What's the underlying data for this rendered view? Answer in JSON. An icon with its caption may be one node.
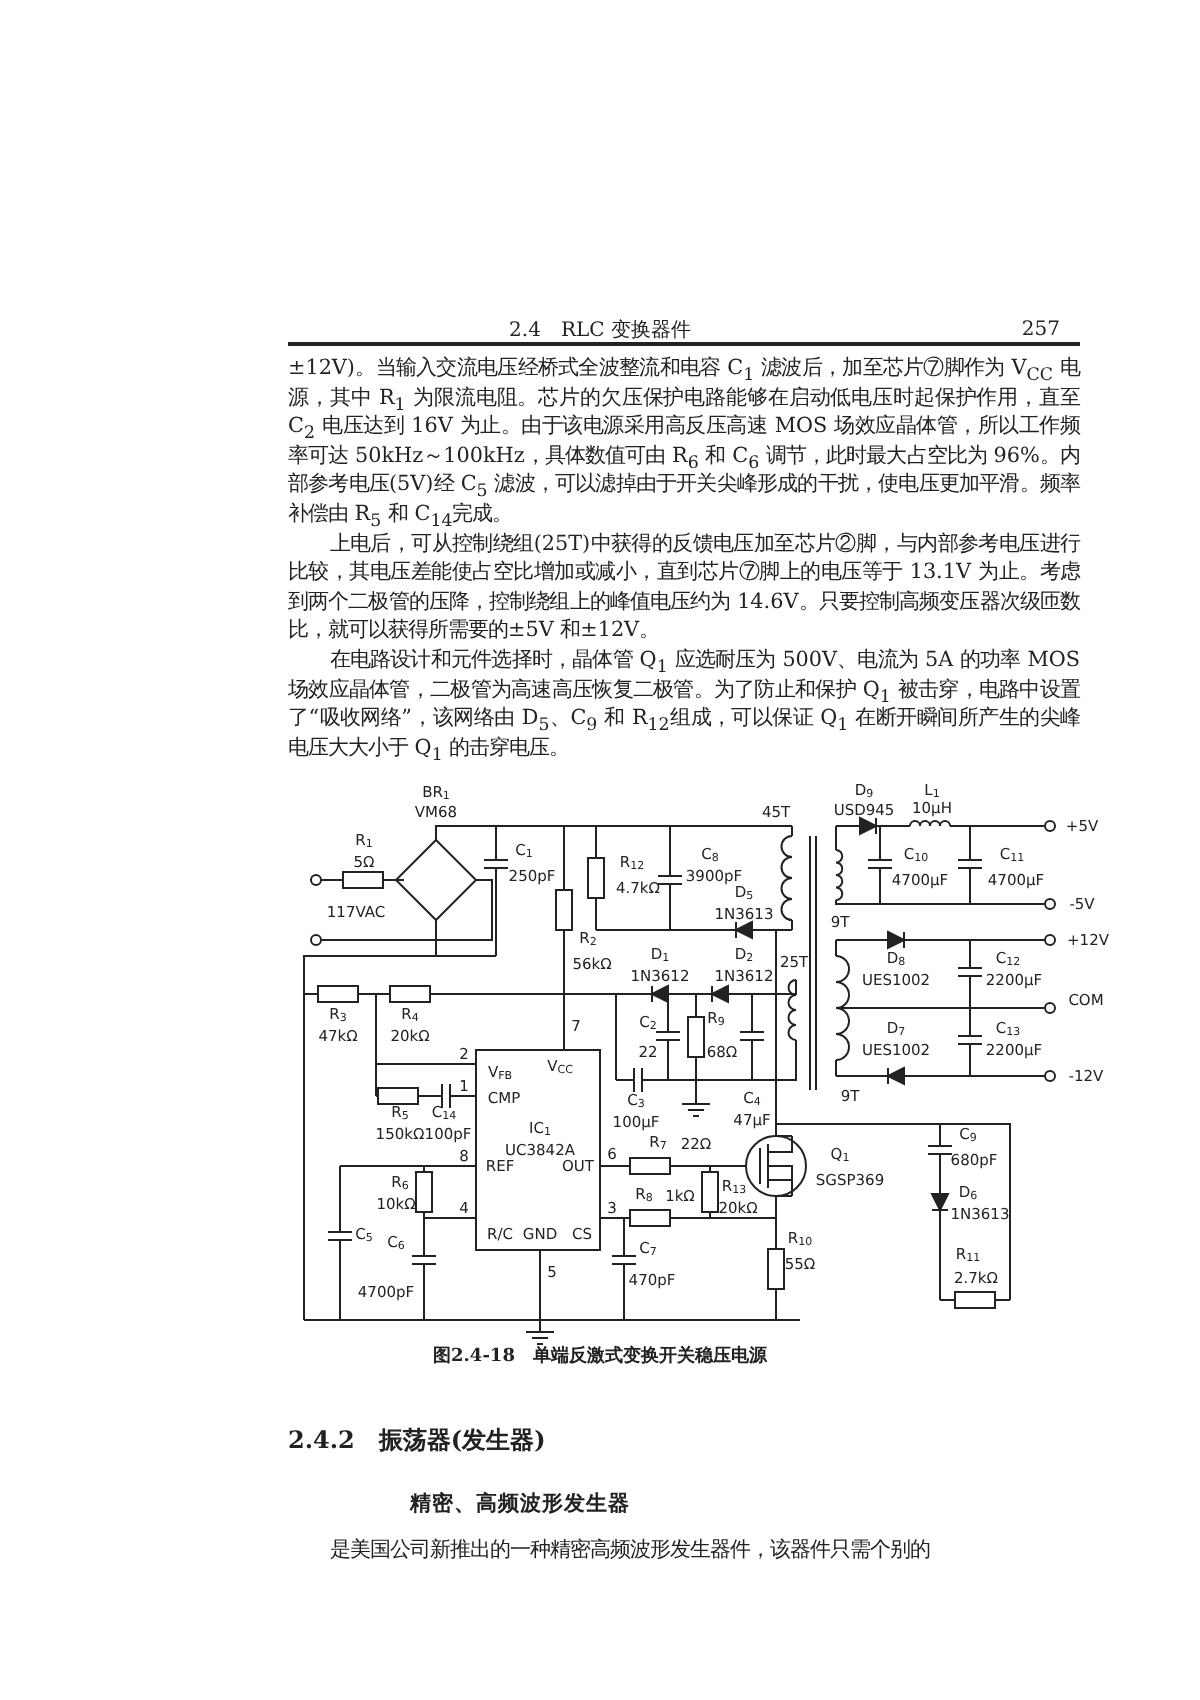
{
  "diagram": {
    "caption": "图2.4-18　单端反激式变换开关稳压电源",
    "labels": [
      "2.4　RLC 变换器件",
      "257",
      "±12V)。当输入交流电压经桥式全波整流和电容 C$_{1}$ 滤波后，加至芯片⑦脚作为 V$_{CC}$ 电源，其中 R$_{1}$ 为限流电阻。芯片的欠压保护电路能够在启动低电压时起保护作用，直至 C$_{2}$ 电压达到 16V 为止。由于该电源采用高反压高速 MOS 场效应晶体管，所以工作频率可达 50kHz～100kHz，具体数值可由 R$_{6}$ 和 C$_{6}$ 调节，此时最大占空比为 96%。内部参考电压(5V)经 C$_{5}$ 滤波，可以滤掉由于开关尖峰形成的干扰，使电压更加平滑。频率补偿由 R$_{5}$ 和 C$_{14}$完成。",
      "上电后，可从控制绕组(25T)中获得的反馈电压加至芯片②脚，与内部参考电压进行比较，其电压差能使占空比增加或减小，直到芯片⑦脚上的电压等于 13.1V 为止。考虑到两个二极管的压降，控制绕组上的峰值电压约为 14.6V。只要控制高频变压器次级匝数比，就可以获得所需要的±5V 和±12V。",
      "在电路设计和元件选择时，晶体管 Q$_{1}$ 应选耐压为 500V、电流为 5A 的功率 MOS 场效应晶体管，二极管为高速高压恢复二极管。为了防止和保护 Q$_{1}$ 被击穿，电路中设置了“吸收网络”，该网络由 D$_{5}$、C$_{9}$ 和 R$_{12}$组成，可以保证 Q$_{1}$ 在断开瞬间所产生的尖峰电压大大小于 Q$_{1}$ 的击穿电压。",
      "BR$_{1}$",
      "VM68",
      "R$_{1}$",
      "5Ω",
      "117VAC",
      "C$_{1}$",
      "250pF",
      "R$_{12}$",
      "4.7kΩ",
      "C$_{8}$",
      "3900pF",
      "D$_{5}$",
      "1N3613",
      "45T",
      "D$_{9}$",
      "USD945",
      "L$_{1}$",
      "10μH",
      "C$_{10}$",
      "4700μF",
      "C$_{11}$",
      "4700μF",
      "+5V",
      "9T",
      "-5V",
      "D$_{8}$",
      "UES1002",
      "C$_{12}$",
      "2200μF",
      "+12V",
      "R$_{2}$",
      "56kΩ",
      "D$_{1}$",
      "1N3612",
      "D$_{2}$",
      "1N3612",
      "25T",
      "COM",
      "R$_{3}$",
      "47kΩ",
      "R$_{4}$",
      "20kΩ",
      "C$_{2}$",
      "22",
      "R$_{9}$",
      "68Ω",
      "C$_{4}$",
      "47μF",
      "D$_{7}$",
      "UES1002",
      "C$_{13}$",
      "2200μF",
      "-12V",
      "9T",
      "7",
      "V$_{CC}$",
      "2",
      "V$_{FB}$",
      "1",
      "CMP",
      "R$_{5}$",
      "150kΩ",
      "C$_{14}$",
      "100pF",
      "C$_{3}$",
      "100μF",
      "IC$_{1}$",
      "UC3842A",
      "R$_{7}$",
      "22Ω",
      "C$_{9}$",
      "680pF",
      "8",
      "REF",
      "OUT",
      "6",
      "Q$_{1}$",
      "SGSP369",
      "R$_{6}$",
      "10kΩ",
      "R$_{8}$",
      "1kΩ",
      "R$_{13}$",
      "20kΩ",
      "D$_{6}$",
      "1N3613",
      "4",
      "R/C",
      "GND",
      "CS",
      "3",
      "C$_{5}$",
      "C$_{6}$",
      "R$_{10}$",
      "R$_{11}$",
      "C$_{7}$",
      "470pF",
      "55Ω",
      "2.7kΩ",
      "5",
      "4700pF",
      "2.4.2　振荡器(发生器)",
      "精密、高频波形发生器",
      "是美国公司新推出的一种精密高频波形发生器件，该器件只需个别的"
    ]
  }
}
